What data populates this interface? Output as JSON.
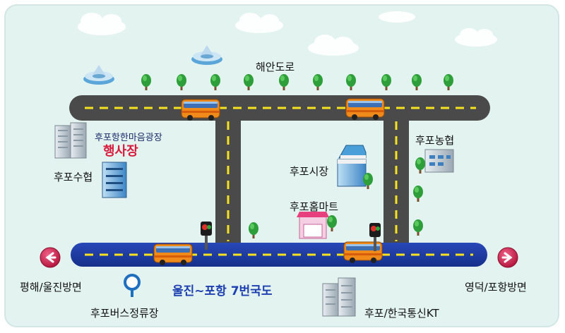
{
  "labels": {
    "coastal_road": "해안도로",
    "plaza": "후포항한마음광장",
    "event_hall": "행사장",
    "fisheries": "후포수협",
    "nonghyup": "후포농협",
    "market": "후포시장",
    "homemart": "후포홈마트",
    "route_7": "울진~포항 7번국도",
    "west_direction": "평해/울진방면",
    "east_direction": "영덕/포항방면",
    "bus_stop": "후포버스정류장",
    "kt": "후포/한국통신KT"
  },
  "icons": {
    "left_arrow": "arrow-left-icon",
    "right_arrow": "arrow-right-icon",
    "bus_stop": "bus-stop-sign-icon",
    "traffic_light": "traffic-light-icon",
    "bus": "bus-icon",
    "tree": "tree-icon",
    "building": "building-icon",
    "fountain": "fountain-icon"
  },
  "colors": {
    "background": "#e3f3f0",
    "road": "#4a4a4a",
    "highway": "#1e3ca0",
    "lane_mark": "#f6e21d",
    "bus_body": "#f08a1a",
    "arrow_red": "#c81e44",
    "route_text": "#1d3fb0",
    "accent_red": "#d81a3c"
  }
}
